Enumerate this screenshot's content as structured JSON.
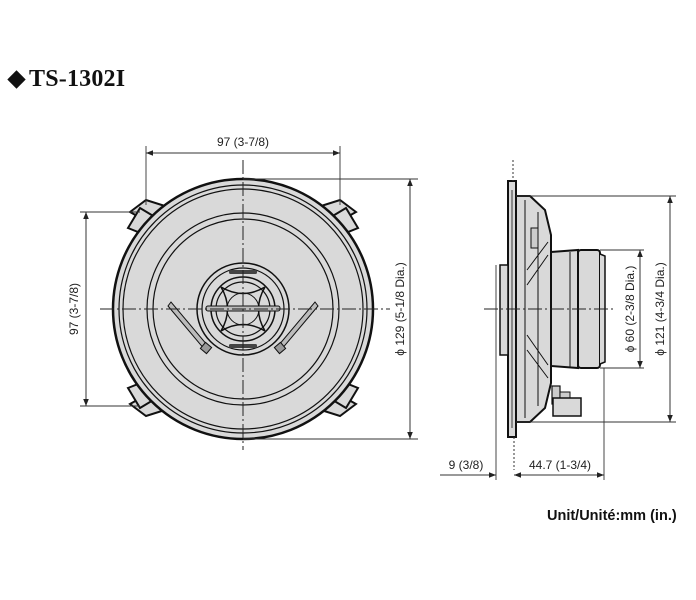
{
  "title": {
    "model": "TS-1302I",
    "bullet_icon": "diamond-icon"
  },
  "front_view": {
    "width_dim": "97 (3-7/8)",
    "height_dim": "97 (3-7/8)",
    "outer_diameter_dim": "ϕ 129 (5-1/8 Dia.)"
  },
  "side_view": {
    "magnet_diameter_dim": "ϕ 60 (2-3/8 Dia.)",
    "cutout_diameter_dim": "ϕ 121 (4-3/4 Dia.)",
    "flange_depth_dim": "9 (3/8)",
    "mount_depth_dim": "44.7 (1-3/4)"
  },
  "unit_note": "Unit/Unité:mm (in.)",
  "colors": {
    "line": "#111111",
    "fill": "#d9d9d9",
    "dim_line": "#333333"
  }
}
